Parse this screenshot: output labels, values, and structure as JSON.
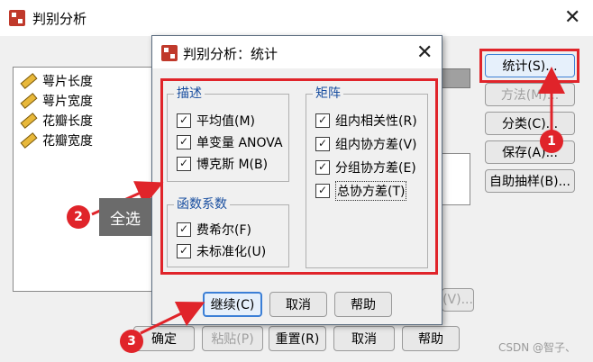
{
  "main_window": {
    "title": "判别分析",
    "variables": [
      "萼片长度",
      "萼片宽度",
      "花瓣长度",
      "花瓣宽度"
    ],
    "side_buttons": [
      "统计(S)...",
      "方法(M)...",
      "分类(C)...",
      "保存(A)...",
      "自助抽样(B)..."
    ],
    "bottom_buttons": [
      "确定",
      "粘贴(P)",
      "重置(R)",
      "取消",
      "帮助"
    ],
    "hidden_button": "(V)..."
  },
  "dialog": {
    "title": "判别分析：统计",
    "describe": {
      "label": "描述",
      "items": [
        "平均值(M)",
        "单变量 ANOVA",
        "博克斯 M(B)"
      ]
    },
    "coefficients": {
      "label": "函数系数",
      "items": [
        "费希尔(F)",
        "未标准化(U)"
      ]
    },
    "matrices": {
      "label": "矩阵",
      "items": [
        "组内相关性(R)",
        "组内协方差(V)",
        "分组协方差(E)",
        "总协方差(T)"
      ]
    },
    "buttons": [
      "继续(C)",
      "取消",
      "帮助"
    ]
  },
  "annotations": {
    "badges": [
      "1",
      "2",
      "3"
    ],
    "tooltip": "全选",
    "accent_color": "#e0242a"
  },
  "watermark": "CSDN @智子、"
}
